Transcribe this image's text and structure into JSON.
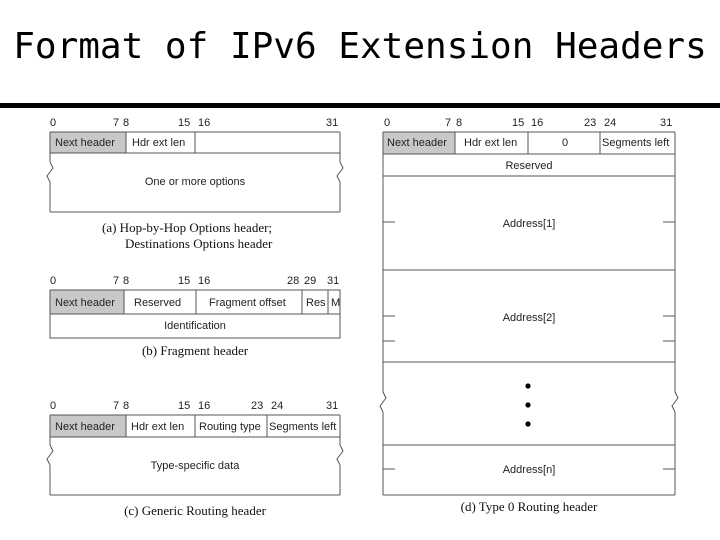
{
  "title": "Format of IPv6 Extension Headers",
  "diagrams": {
    "a": {
      "bits": [
        "0",
        "7",
        "8",
        "15",
        "16",
        "31"
      ],
      "next_header": "Next header",
      "hdr_ext_len": "Hdr ext len",
      "body": "One or more options",
      "caption_line1": "(a) Hop-by-Hop Options header;",
      "caption_line2": "Destinations Options header"
    },
    "b": {
      "bits": [
        "0",
        "7",
        "8",
        "15",
        "16",
        "28",
        "29",
        "31"
      ],
      "next_header": "Next header",
      "reserved": "Reserved",
      "fragment_offset": "Fragment offset",
      "res": "Res",
      "m": "M",
      "identification": "Identification",
      "caption": "(b) Fragment header"
    },
    "c": {
      "bits": [
        "0",
        "7",
        "8",
        "15",
        "16",
        "23",
        "24",
        "31"
      ],
      "next_header": "Next header",
      "hdr_ext_len": "Hdr ext len",
      "routing_type": "Routing type",
      "segments_left": "Segments left",
      "body": "Type-specific data",
      "caption": "(c) Generic Routing header"
    },
    "d": {
      "bits": [
        "0",
        "7",
        "8",
        "15",
        "16",
        "23",
        "24",
        "31"
      ],
      "next_header": "Next header",
      "hdr_ext_len": "Hdr ext len",
      "zero": "0",
      "segments_left": "Segments left",
      "reserved": "Reserved",
      "address1": "Address[1]",
      "address2": "Address[2]",
      "addressn": "Address[n]",
      "caption": "(d) Type 0 Routing header"
    }
  }
}
